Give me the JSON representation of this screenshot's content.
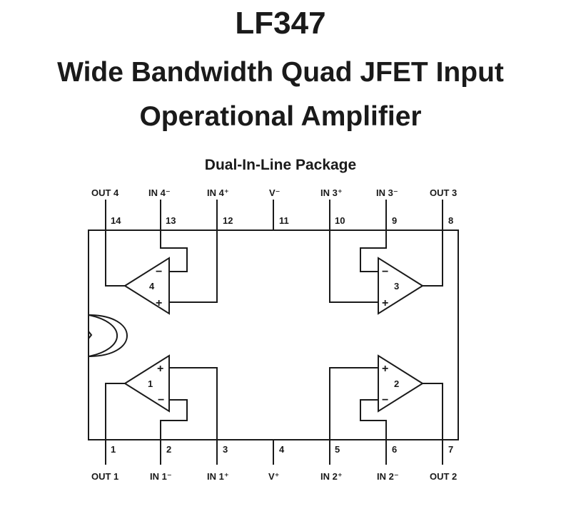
{
  "header": {
    "part_number": "LF347",
    "title_line_1": "Wide Bandwidth Quad JFET Input",
    "title_line_2": "Operational Amplifier"
  },
  "package_label": "Dual-In-Line Package",
  "pins_top": [
    {
      "name": "OUT 4",
      "number": "14"
    },
    {
      "name": "IN 4⁻",
      "number": "13"
    },
    {
      "name": "IN 4⁺",
      "number": "12"
    },
    {
      "name": "V⁻",
      "number": "11"
    },
    {
      "name": "IN 3⁺",
      "number": "10"
    },
    {
      "name": "IN 3⁻",
      "number": "9"
    },
    {
      "name": "OUT 3",
      "number": "8"
    }
  ],
  "pins_bottom": [
    {
      "name": "OUT 1",
      "number": "1"
    },
    {
      "name": "IN 1⁻",
      "number": "2"
    },
    {
      "name": "IN 1⁺",
      "number": "3"
    },
    {
      "name": "V⁺",
      "number": "4"
    },
    {
      "name": "IN 2⁺",
      "number": "5"
    },
    {
      "name": "IN 2⁻",
      "number": "6"
    },
    {
      "name": "OUT 2",
      "number": "7"
    }
  ],
  "amplifiers": [
    {
      "label": "4",
      "plus": "+",
      "minus": "−"
    },
    {
      "label": "3",
      "plus": "+",
      "minus": "−"
    },
    {
      "label": "1",
      "plus": "+",
      "minus": "−"
    },
    {
      "label": "2",
      "plus": "+",
      "minus": "−"
    }
  ]
}
